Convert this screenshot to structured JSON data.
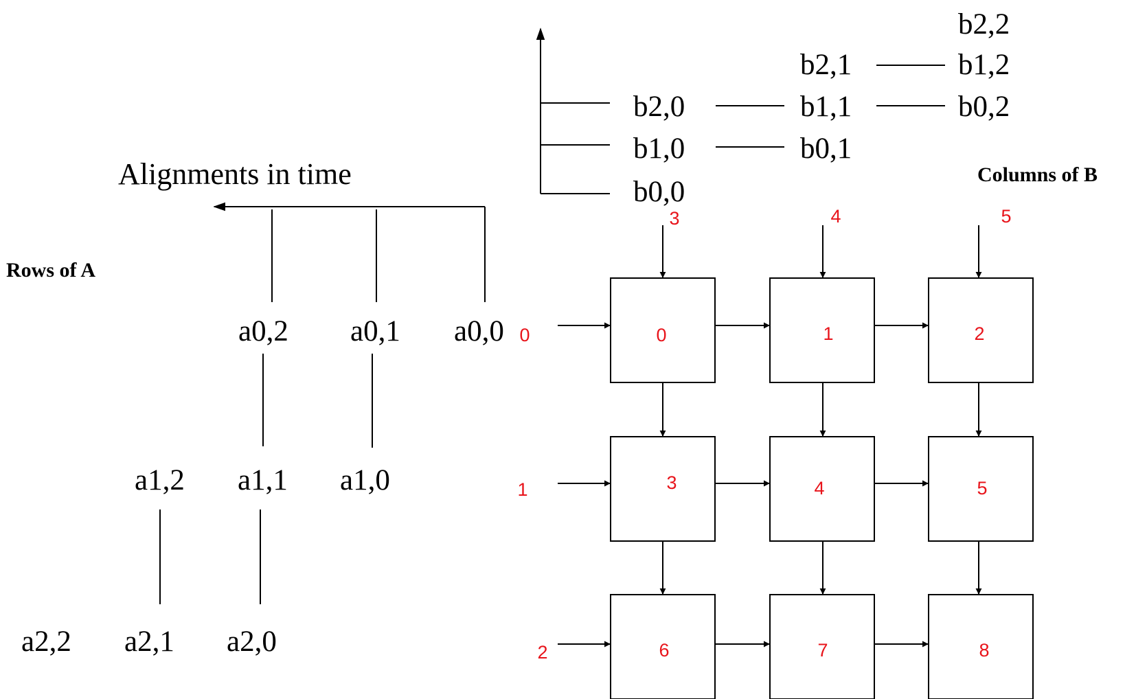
{
  "labels": {
    "alignments": "Alignments in time",
    "rows_of_a": "Rows of A",
    "columns_of_b": "Columns of B"
  },
  "a_elements": {
    "a00": "a0,0",
    "a01": "a0,1",
    "a02": "a0,2",
    "a10": "a1,0",
    "a11": "a1,1",
    "a12": "a1,2",
    "a20": "a2,0",
    "a21": "a2,1",
    "a22": "a2,2"
  },
  "b_elements": {
    "b00": "b0,0",
    "b01": "b0,1",
    "b02": "b0,2",
    "b10": "b1,0",
    "b11": "b1,1",
    "b12": "b1,2",
    "b20": "b2,0",
    "b21": "b2,1",
    "b22": "b2,2"
  },
  "grid": {
    "cells": [
      "0",
      "1",
      "2",
      "3",
      "4",
      "5",
      "6",
      "7",
      "8"
    ],
    "row_inputs": [
      "0",
      "1",
      "2"
    ],
    "column_inputs": [
      "3",
      "4",
      "5"
    ]
  },
  "colors": {
    "index_numbers": "#e8141b",
    "lines": "#000000"
  }
}
